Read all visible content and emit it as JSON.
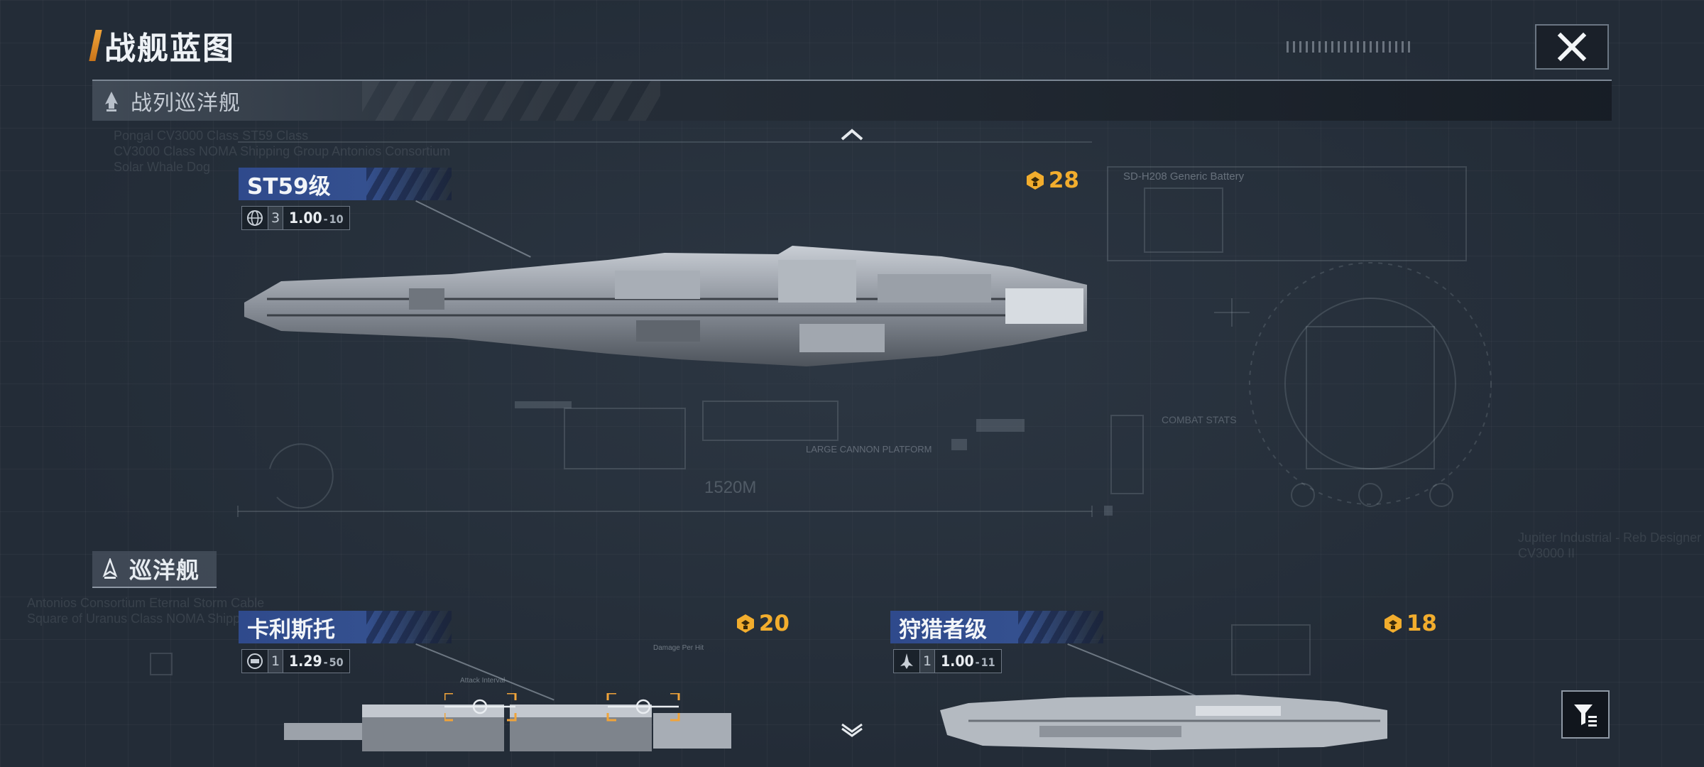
{
  "header": {
    "title": "战舰蓝图",
    "close_icon": "close-icon"
  },
  "sections": [
    {
      "label": "战列巡洋舰",
      "icon": "battlecruiser-icon"
    },
    {
      "label": "巡洋舰",
      "icon": "cruiser-icon"
    }
  ],
  "ships": [
    {
      "name": "ST59级",
      "cost": "28",
      "type_icon": "globe-icon",
      "count": "3",
      "ratio": "1.00",
      "ratio_sub": "10"
    },
    {
      "name": "卡利斯托",
      "cost": "20",
      "type_icon": "drone-icon",
      "count": "1",
      "ratio": "1.29",
      "ratio_sub": "50"
    },
    {
      "name": "狩猎者级",
      "cost": "18",
      "type_icon": "fighter-icon",
      "count": "1",
      "ratio": "1.00",
      "ratio_sub": "11"
    }
  ],
  "background_text": {
    "block1": "Pongal CV3000 Class ST59 Class\nCV3000 Class NOMA Shipping Group Antonios Consortium\nSolar Whale Dog",
    "battery": "SD-H208 Generic Battery",
    "cannon": "LARGE CANNON PLATFORM",
    "scale": "1520M",
    "combat": "COMBAT STATS",
    "block2": "Antonios Consortium Eternal Storm Cable\nSquare of Uranus Class NOMA Shipping",
    "block3": "Jupiter Industrial - Reb Designer\nCV3000 II",
    "attack": "Attack Interval",
    "damage": "Damage Per Hit"
  },
  "colors": {
    "accent_orange": "#f2ad2d",
    "name_blue": "#34508f",
    "bg": "#232c37"
  },
  "controls": {
    "scroll_up_icon": "chevron-up-icon",
    "scroll_down_icon": "chevron-down-icon",
    "filter_icon": "filter-icon"
  }
}
